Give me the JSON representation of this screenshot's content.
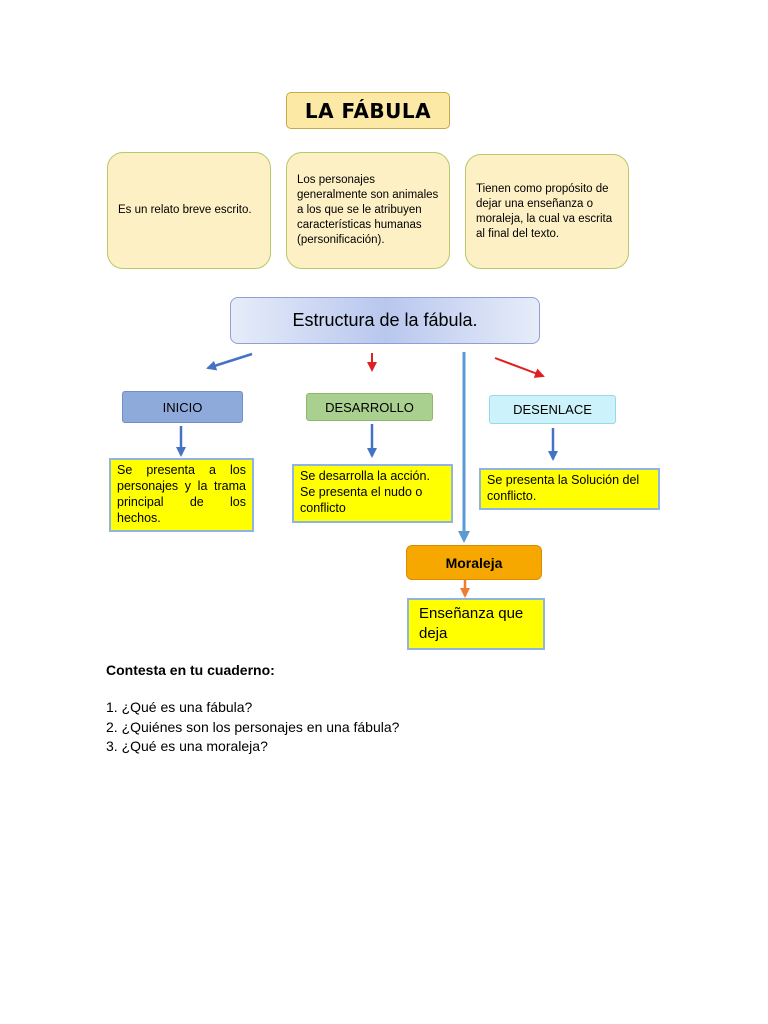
{
  "title": "LA FÁBULA",
  "definitions": [
    "Es un relato breve escrito.",
    "Los personajes generalmente son animales a los que se le atribuyen características humanas (personificación).",
    "Tienen como propósito de dejar una enseñanza o moraleja, la cual va escrita al final del texto."
  ],
  "structure": {
    "heading": "Estructura de la fábula.",
    "inicio": {
      "label": "INICIO",
      "text": "Se presenta a los personajes y la trama principal de los hechos."
    },
    "desarrollo": {
      "label": "DESARROLLO",
      "text": "Se desarrolla la acción. Se presenta el nudo o conflicto"
    },
    "desenlace": {
      "label": "DESENLACE",
      "text": "Se presenta la Solución del conflicto."
    },
    "moraleja": {
      "label": "Moraleja",
      "text": "Enseñanza que deja"
    }
  },
  "colors": {
    "title_fill": "#fde9a6",
    "definition_fill": "#fdf0c4",
    "inicio_fill": "#8eaadb",
    "desarrollo_fill": "#a9d08e",
    "desenlace_fill": "#ccf2fb",
    "moraleja_fill": "#f6a800",
    "text_box_fill": "#ffff00",
    "arrow_blue": "#4472c4",
    "arrow_red": "#e02020",
    "arrow_orange": "#ed7d31"
  },
  "questions": {
    "heading": "Contesta en tu cuaderno:",
    "items": [
      "1. ¿Qué es una fábula?",
      "2. ¿Quiénes son los personajes en una fábula?",
      "3. ¿Qué es una moraleja?"
    ]
  }
}
